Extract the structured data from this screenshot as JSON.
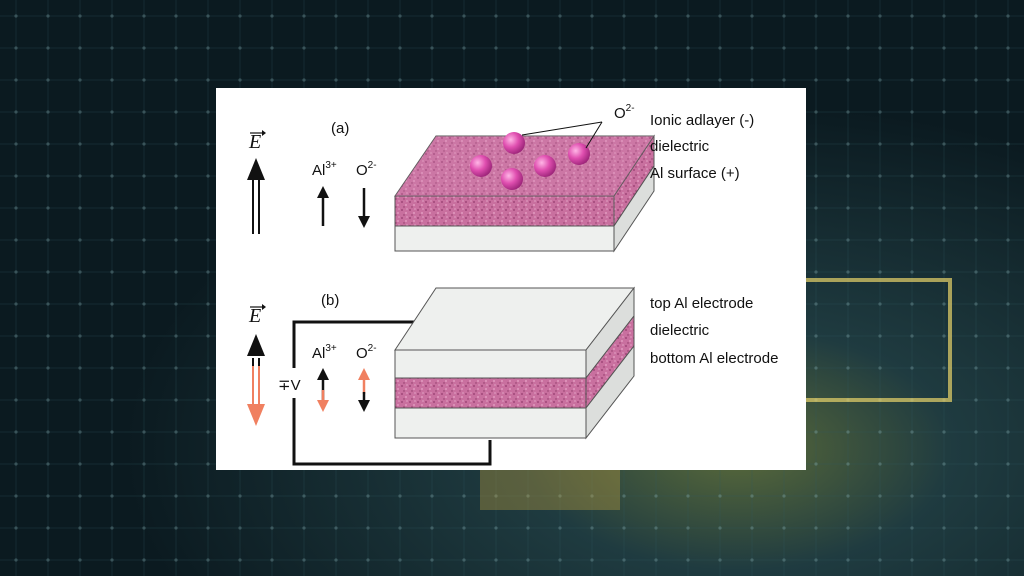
{
  "figure": {
    "panel_a": {
      "label": "(a)",
      "field_symbol": "E",
      "ion_al": {
        "base": "Al",
        "charge": "3+"
      },
      "ion_o": {
        "base": "O",
        "charge": "2-"
      },
      "callout": {
        "base": "O",
        "charge": "2-"
      },
      "layer_labels": [
        "Ionic adlayer (-)",
        "dielectric",
        "Al surface (+)"
      ]
    },
    "panel_b": {
      "label": "(b)",
      "field_symbol": "E",
      "voltage": "∓V",
      "ion_al": {
        "base": "Al",
        "charge": "3+"
      },
      "ion_o": {
        "base": "O",
        "charge": "2-"
      },
      "layer_labels": [
        "top Al electrode",
        "dielectric",
        "bottom Al electrode"
      ]
    }
  },
  "colors": {
    "dielectric": "#c9709f",
    "aluminum": "#eef0ee",
    "ion": "#e04fb0",
    "reverse_arrow": "#f08060",
    "wire": "#111111"
  }
}
